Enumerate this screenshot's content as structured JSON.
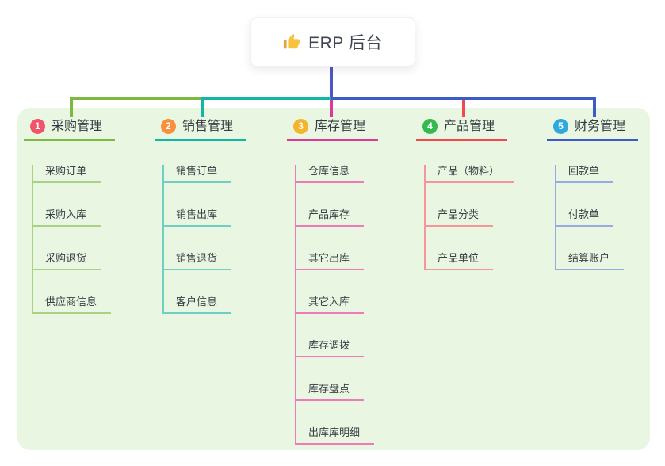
{
  "root": {
    "title": "ERP 后台",
    "icon": "thumbs-up-icon"
  },
  "colors": {
    "panel_bg": "#E9F6E1",
    "root_line": "#4C57C6",
    "text_dark": "#3E4553"
  },
  "branches": [
    {
      "num": "1",
      "label": "采购管理",
      "badge_color": "#F2556B",
      "line_color": "#7CB93E",
      "child_line_color": "#A9D284",
      "children": [
        "采购订单",
        "采购入库",
        "采购退货",
        "供应商信息"
      ]
    },
    {
      "num": "2",
      "label": "销售管理",
      "badge_color": "#F7913D",
      "line_color": "#13B5A5",
      "child_line_color": "#6FCFC3",
      "children": [
        "销售订单",
        "销售出库",
        "销售退货",
        "客户信息"
      ]
    },
    {
      "num": "3",
      "label": "库存管理",
      "badge_color": "#F4B42C",
      "line_color": "#DB3A96",
      "child_line_color": "#F07AB8",
      "children": [
        "仓库信息",
        "产品库存",
        "其它出库",
        "其它入库",
        "库存调拨",
        "库存盘点",
        "出库库明细"
      ]
    },
    {
      "num": "4",
      "label": "产品管理",
      "badge_color": "#33B94C",
      "line_color": "#F2484F",
      "child_line_color": "#F8949B",
      "children": [
        "产品（物料）",
        "产品分类",
        "产品单位"
      ]
    },
    {
      "num": "5",
      "label": "财务管理",
      "badge_color": "#2EA8E0",
      "line_color": "#3C5AC8",
      "child_line_color": "#97ABE1",
      "children": [
        "回款单",
        "付款单",
        "结算账户"
      ]
    }
  ]
}
